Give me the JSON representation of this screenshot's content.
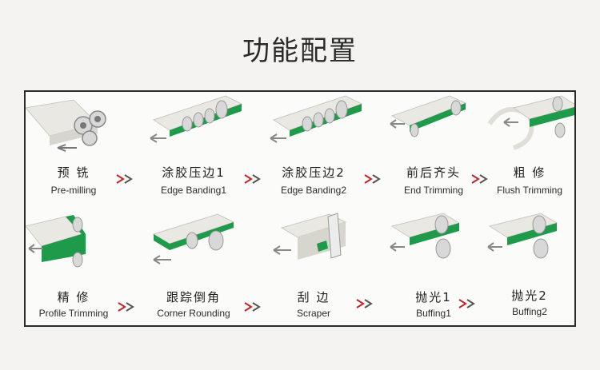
{
  "page": {
    "title": "功能配置"
  },
  "colors": {
    "green": "#1f9a4a",
    "board": "#e9e8e2",
    "edge": "#cfcfc8",
    "arrow": "#c8232c",
    "roller": "#d8d8d8"
  },
  "steps": [
    {
      "cn": "预 铣",
      "en": "Pre-milling",
      "icon": "pre-milling-diagram"
    },
    {
      "cn": "涂胶压边1",
      "en": "Edge Banding1",
      "icon": "edge-banding-diagram"
    },
    {
      "cn": "涂胶压边2",
      "en": "Edge Banding2",
      "icon": "edge-banding-diagram"
    },
    {
      "cn": "前后齐头",
      "en": "End Trimming",
      "icon": "end-trimming-diagram"
    },
    {
      "cn": "粗 修",
      "en": "Flush Trimming",
      "icon": "flush-trimming-diagram"
    },
    {
      "cn": "精 修",
      "en": "Profile Trimming",
      "icon": "profile-trimming-diagram"
    },
    {
      "cn": "跟踪倒角",
      "en": "Corner Rounding",
      "icon": "corner-rounding-diagram"
    },
    {
      "cn": "刮 边",
      "en": "Scraper",
      "icon": "scraper-diagram"
    },
    {
      "cn": "抛光1",
      "en": "Buffing1",
      "icon": "buffing-diagram"
    },
    {
      "cn": "抛光2",
      "en": "Buffing2",
      "icon": "buffing-diagram"
    }
  ]
}
